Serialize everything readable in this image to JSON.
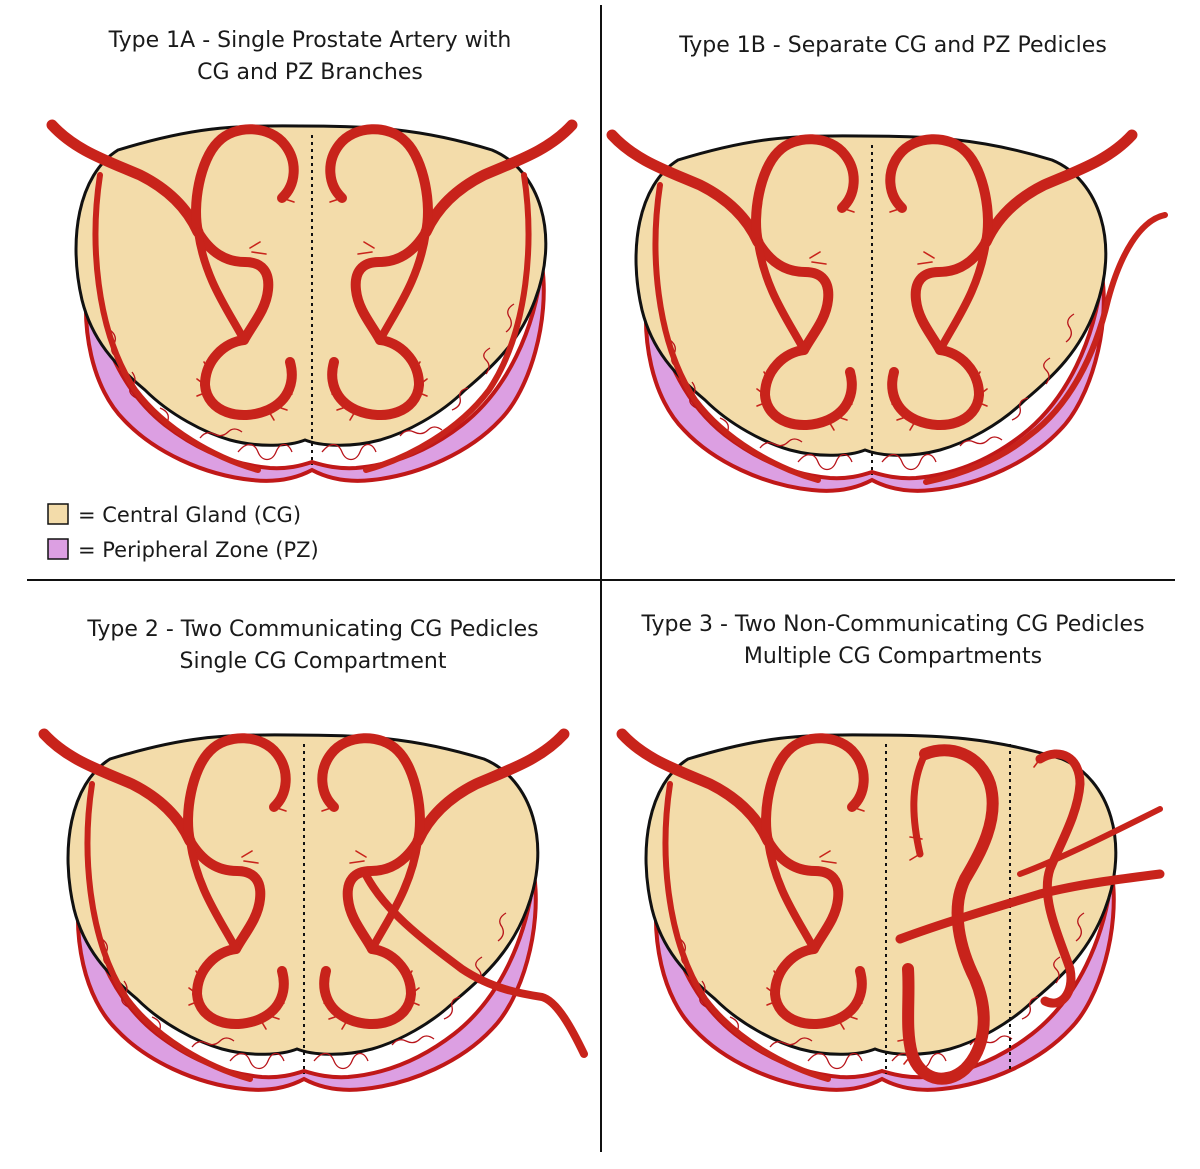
{
  "panels": [
    {
      "id": "type-1a",
      "title_lines": [
        "Type 1A - Single Prostate Artery with",
        "CG and PZ Branches"
      ]
    },
    {
      "id": "type-1b",
      "title_lines": [
        "Type 1B - Separate CG and PZ Pedicles"
      ]
    },
    {
      "id": "type-2",
      "title_lines": [
        "Type 2 - Two Communicating CG Pedicles",
        "Single CG Compartment"
      ]
    },
    {
      "id": "type-3",
      "title_lines": [
        "Type 3 - Two Non-Communicating CG Pedicles",
        "Multiple CG Compartments"
      ]
    }
  ],
  "legend": {
    "items": [
      {
        "label": "= Central Gland (CG)",
        "color": "#f3dcaa"
      },
      {
        "label": "= Peripheral Zone (PZ)",
        "color": "#dc9fe2"
      }
    ]
  },
  "colors": {
    "artery": "#c8231b",
    "central_gland": "#f3dcaa",
    "peripheral_zone": "#dc9fe2",
    "outline": "#111111"
  }
}
